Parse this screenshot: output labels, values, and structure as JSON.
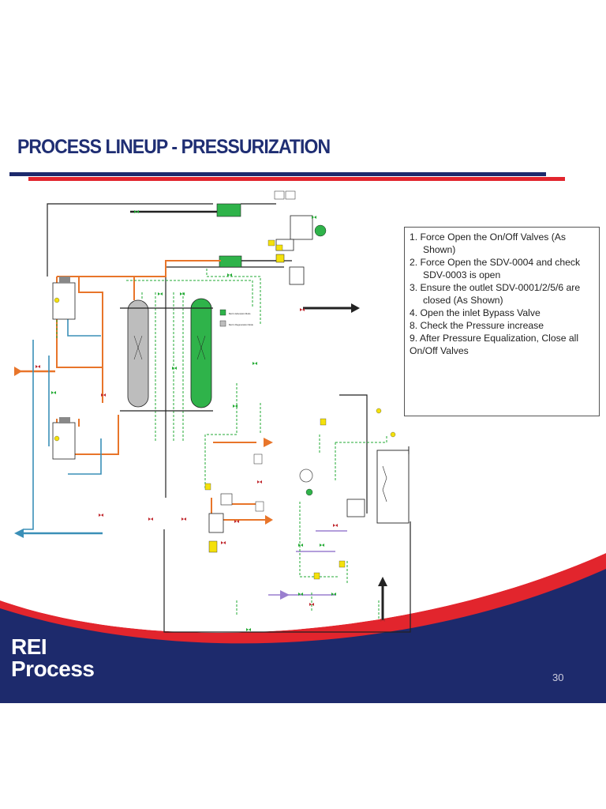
{
  "slide": {
    "title": "PROCESS LINEUP - PRESSURIZATION",
    "page_number": "30",
    "logo_line1": "REI",
    "logo_line2": "Process"
  },
  "steps": [
    "1.  Force Open the On/Off Valves (As Shown)",
    "2.  Force Open the SDV-0004 and check SDV-0003 is open",
    "3.  Ensure the outlet SDV-0001/2/5/6 are closed (As Shown)",
    "4.  Open the inlet Bypass Valve",
    "8. Check the Pressure increase",
    "9.  After Pressure Equalization,  Close all On/Off Valves"
  ],
  "legend": {
    "adsorption": "Bed in Adsorption Mode",
    "regeneration": "Bed in Regeneration Mode"
  },
  "colors": {
    "navy": "#1d2a6c",
    "red": "#e2252d",
    "adsorption_bed": "#2fb34a",
    "regeneration_bed": "#bdbdbd",
    "hot_line": "#e8752a",
    "cool_line": "#3a8fb7",
    "dash_line": "#22aa33"
  }
}
